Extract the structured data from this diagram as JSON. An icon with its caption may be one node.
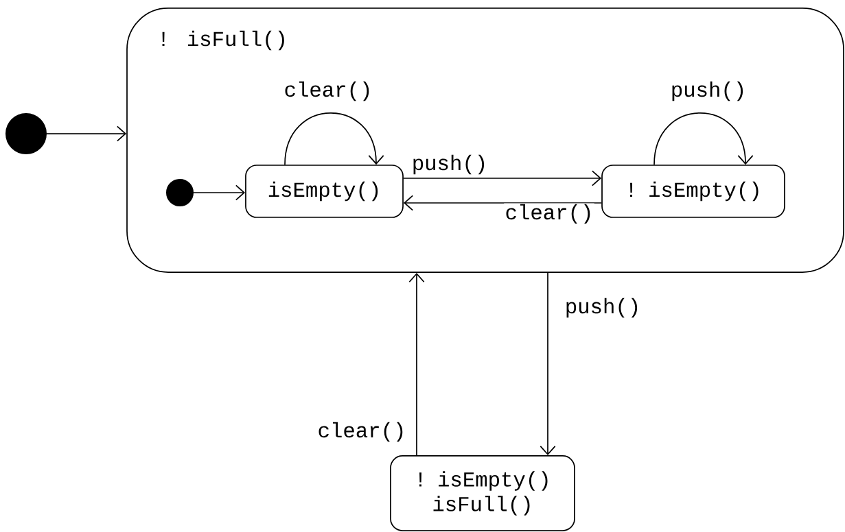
{
  "diagram": {
    "nodes": [
      {
        "text": [
          "! isFull()"
        ]
      },
      {
        "text": [],
        "shape": "circle"
      },
      {
        "text": [],
        "shape": "circle",
        "in": 0
      },
      {
        "text": [
          "isEmpty()"
        ],
        "in": 0
      },
      {
        "text": [
          "! isEmpty()"
        ],
        "in": 0
      },
      {
        "text": [
          "! isEmpty() isFull()"
        ]
      }
    ],
    "edges": [
      {
        "from": 1,
        "to": 0,
        "arrow": "to"
      },
      {
        "from": 2,
        "to": 3,
        "arrow": "to"
      },
      {
        "from": 3,
        "to": 3,
        "label": "clear()",
        "arrow": "to"
      },
      {
        "from": 3,
        "to": 4,
        "label": "push()",
        "arrow": "to"
      },
      {
        "from": 4,
        "to": 3,
        "label": "clear()",
        "arrow": "to"
      },
      {
        "from": 4,
        "to": 4,
        "label": "push()",
        "arrow": "to"
      },
      {
        "from": 0,
        "to": 5,
        "label": "push()",
        "arrow": "to"
      },
      {
        "from": 5,
        "to": 0,
        "label": "clear()",
        "arrow": "to"
      }
    ]
  }
}
